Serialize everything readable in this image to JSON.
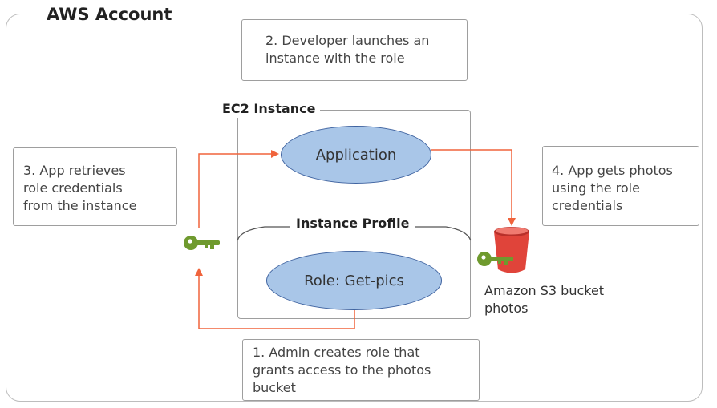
{
  "account": {
    "title": "AWS Account"
  },
  "ec2": {
    "title": "EC2 Instance",
    "profile_title": "Instance Profile",
    "application_label": "Application",
    "role_label": "Role: Get-pics"
  },
  "notes": {
    "step2": [
      "2. Developer launches an",
      "instance with the role"
    ],
    "step3": [
      "3. App retrieves",
      "role credentials",
      "from the instance"
    ],
    "step4": [
      "4. App gets photos",
      "using the role",
      "credentials"
    ],
    "step1": [
      "1. Admin creates role that",
      "grants access to the photos",
      "bucket"
    ]
  },
  "s3": {
    "label": [
      "Amazon S3 bucket",
      "photos"
    ]
  },
  "icons": {
    "left_key": "key-icon",
    "bucket_key": "key-icon",
    "bucket": "s3-bucket-icon"
  },
  "colors": {
    "arrow": "#f0643c",
    "ellipse_fill": "#a9c6e8",
    "ellipse_stroke": "#3f63a0",
    "key": "#6f9a2e",
    "bucket": "#e0443a"
  }
}
